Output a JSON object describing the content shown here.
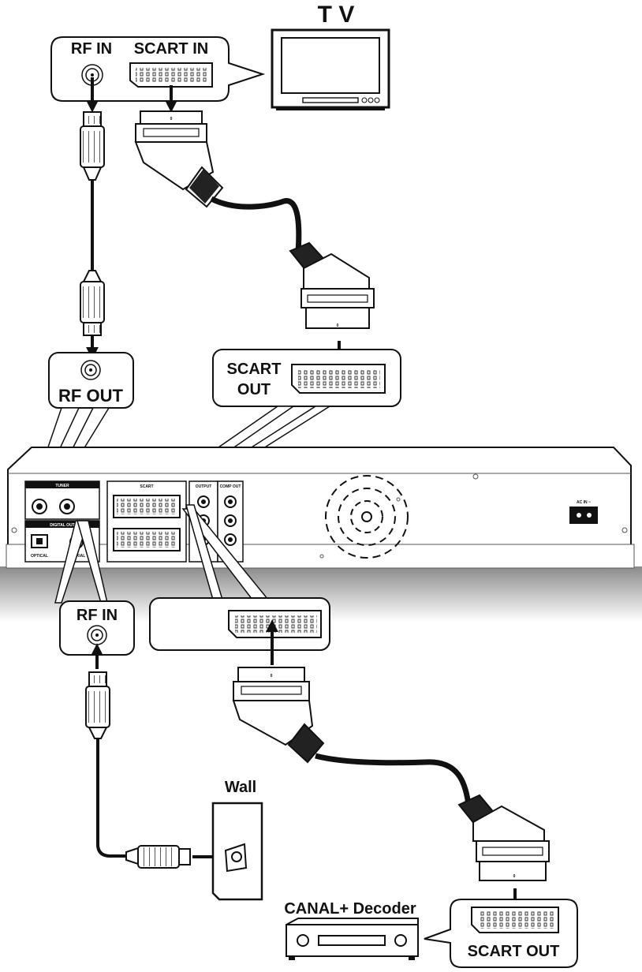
{
  "labels": {
    "tv": "T V",
    "tv_rf_in": "RF IN",
    "tv_scart_in": "SCART IN",
    "rf_out": "RF OUT",
    "scart_out_line1": "SCART",
    "scart_out_line2": "OUT",
    "recorder_rf_in": "RF IN",
    "wall": "Wall",
    "decoder": "CANAL+ Decoder",
    "decoder_scart_out": "SCART OUT"
  },
  "panel": {
    "tuner": "TUNER",
    "digital_out": "DIGITAL OUT",
    "scart": "SCART",
    "output": "OUTPUT",
    "comp_out": "COMP OUT",
    "optical": "OPTICAL",
    "coaxial": "COAXIAL",
    "ac_in": "AC IN ~"
  },
  "plug_marks": [
    "0",
    "0",
    "0",
    "0"
  ]
}
